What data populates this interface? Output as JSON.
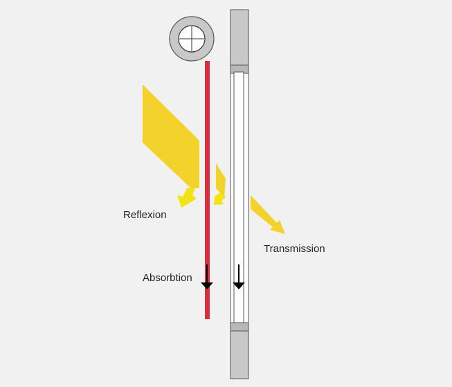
{
  "labels": {
    "reflexion": "Reflexion",
    "transmission": "Transmission",
    "absorbtion": "Absorbtion"
  },
  "colors": {
    "background": "#f0f1f0",
    "incoming_light": "#f4d22c",
    "reflected_arrow": "#f2e413",
    "transmitted_arrow": "#f4d22c",
    "absorber": "#d8303a",
    "glass_pane": "#ffffff",
    "frame": "#c8c8c8",
    "outline": "#555555",
    "arrow": "#000000"
  },
  "icons": {
    "pipe_cross_section": "tube-crosshair-icon",
    "absorption_arrows": "arrow-down-icon"
  }
}
